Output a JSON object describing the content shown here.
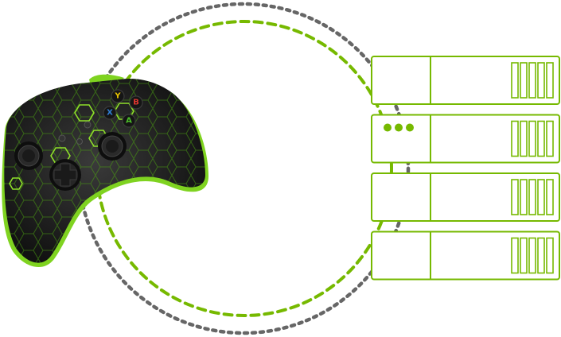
{
  "colors": {
    "background": "#ffffff",
    "accent_green": "#76b900",
    "ring_gray": "#666666",
    "controller_body": "#1c1c1c",
    "controller_trim": "#7fd320",
    "hex_glow": "#5fc018"
  },
  "controller": {
    "buttons": [
      {
        "name": "Y",
        "color": "#e8c400"
      },
      {
        "name": "B",
        "color": "#e0372f"
      },
      {
        "name": "X",
        "color": "#2f7fd6"
      },
      {
        "name": "A",
        "color": "#4cbf2a"
      }
    ]
  },
  "servers": [
    {
      "icon": "server-icon",
      "status_dots": 0
    },
    {
      "icon": "server-icon",
      "status_dots": 3
    },
    {
      "icon": "server-icon",
      "status_dots": 0
    },
    {
      "icon": "server-icon",
      "status_dots": 0
    }
  ],
  "icons": {
    "controller": "game-controller-icon",
    "server": "server-icon",
    "connection": "dotted-ring-icon"
  }
}
